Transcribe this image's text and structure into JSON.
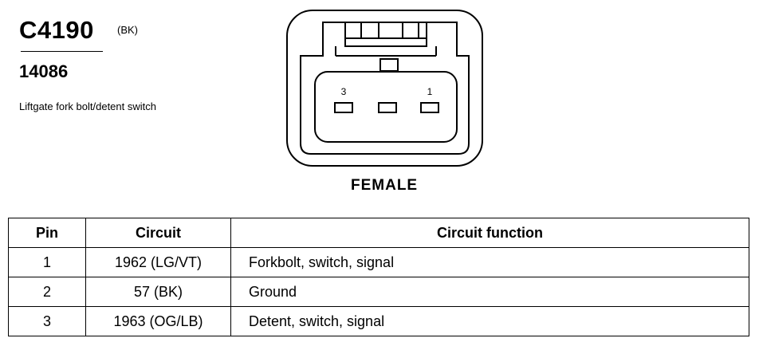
{
  "connector": {
    "id": "C4190",
    "color_code": "(BK)",
    "part_number": "14086",
    "description": "Liftgate fork bolt/detent switch",
    "gender": "FEMALE",
    "cavity_labels": [
      "3",
      "1"
    ]
  },
  "table": {
    "headers": {
      "pin": "Pin",
      "circuit": "Circuit",
      "function": "Circuit function"
    },
    "rows": [
      {
        "pin": "1",
        "circuit": "1962 (LG/VT)",
        "function": "Forkbolt, switch, signal"
      },
      {
        "pin": "2",
        "circuit": "57 (BK)",
        "function": "Ground"
      },
      {
        "pin": "3",
        "circuit": "1963 (OG/LB)",
        "function": "Detent, switch, signal"
      }
    ]
  }
}
